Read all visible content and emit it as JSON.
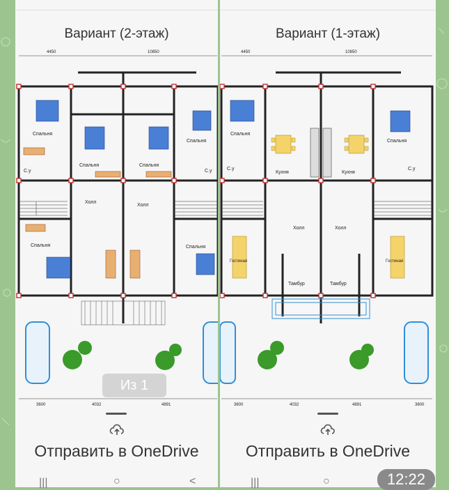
{
  "cards": [
    {
      "title": "Вариант (2-этаж)",
      "dims_top": [
        "4450",
        "10850"
      ],
      "rooms": [
        "Спальня",
        "Спальня",
        "Спальня",
        "Спальня",
        "С.у",
        "С.у",
        "Холл",
        "Холл",
        "Спальня",
        "Спальня"
      ],
      "dims_bottom": [
        "3600",
        "4032",
        "4891"
      ],
      "page_indicator": "Из 1",
      "send_label": "Отправить в OneDrive"
    },
    {
      "title": "Вариант (1-этаж)",
      "dims_top": [
        "4450",
        "10850"
      ],
      "rooms": [
        "Спальня",
        "Спальня",
        "С.у",
        "С.у",
        "Кухня",
        "Кухня",
        "Холл",
        "Холл",
        "Гостиная",
        "Гостиная",
        "Тамбур",
        "Тамбур"
      ],
      "dims_bottom": [
        "3600",
        "4032",
        "4891",
        "3600"
      ],
      "send_label": "Отправить в OneDrive"
    }
  ],
  "status": {
    "time": "12:22"
  },
  "navbar": {
    "recent": "|||",
    "home": "○",
    "back": "<"
  },
  "colors": {
    "wall": "#222222",
    "bed": "#4a7fd6",
    "column": "#c23b3b",
    "car": "#2f8fd8",
    "tree": "#3a9a2a",
    "table": "#e8c040"
  }
}
